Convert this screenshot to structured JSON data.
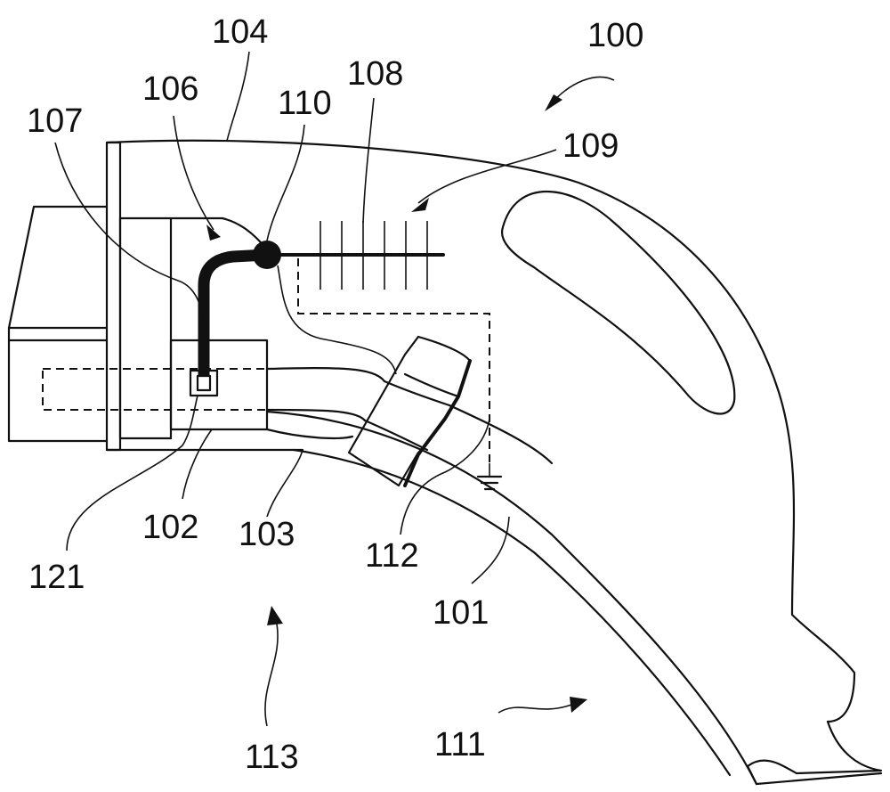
{
  "figure": {
    "reference_numerals": {
      "n100": "100",
      "n101": "101",
      "n102": "102",
      "n103": "103",
      "n104": "104",
      "n106": "106",
      "n107": "107",
      "n108": "108",
      "n109": "109",
      "n110": "110",
      "n111": "111",
      "n112": "112",
      "n113": "113",
      "n121": "121"
    },
    "line_color": "#111111",
    "background": "#ffffff"
  }
}
